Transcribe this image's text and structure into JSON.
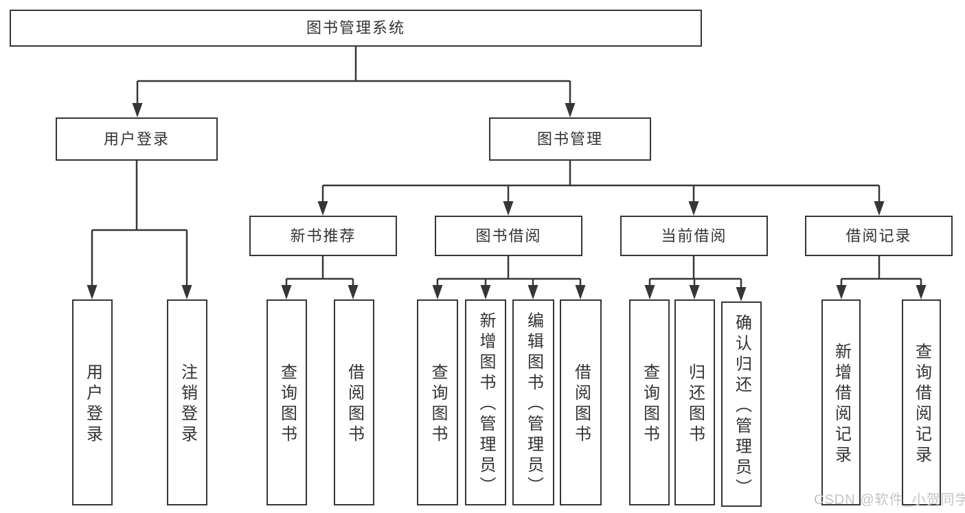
{
  "diagram": {
    "root": {
      "label": "图书管理系统"
    },
    "level2": [
      {
        "label": "用户登录"
      },
      {
        "label": "图书管理"
      }
    ],
    "level3": [
      {
        "label": "新书推荐"
      },
      {
        "label": "图书借阅"
      },
      {
        "label": "当前借阅"
      },
      {
        "label": "借阅记录"
      }
    ],
    "leaves": [
      {
        "label": "用户登录"
      },
      {
        "label": "注销登录"
      },
      {
        "label": "查询图书"
      },
      {
        "label": "借阅图书"
      },
      {
        "label": "查询图书"
      },
      {
        "label": "新增图书（管理员）"
      },
      {
        "label": "编辑图书（管理员）"
      },
      {
        "label": "借阅图书"
      },
      {
        "label": "查询图书"
      },
      {
        "label": "归还图书"
      },
      {
        "label": "确认归还（管理员）"
      },
      {
        "label": "新增借阅记录"
      },
      {
        "label": "查询借阅记录"
      }
    ]
  },
  "watermark": {
    "text": "CSDN @软件_小贺同学"
  },
  "colors": {
    "line": "#363636",
    "node_border": "#363636",
    "text": "#333333",
    "background": "#ffffff",
    "watermark": "#c4c4c4"
  }
}
